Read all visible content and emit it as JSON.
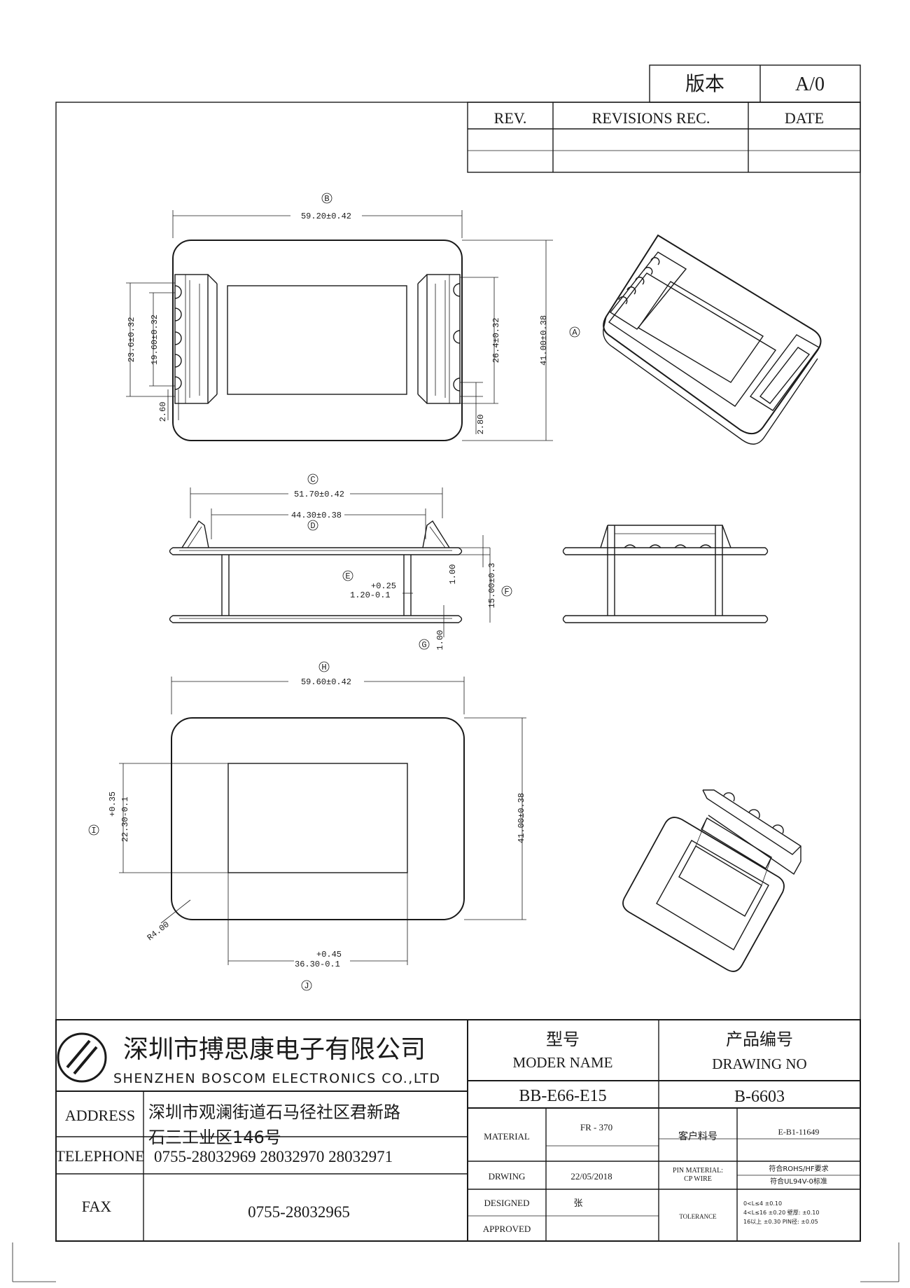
{
  "version_box": {
    "label": "版本",
    "value": "A/0"
  },
  "revision_table": {
    "rev": "REV.",
    "revisions": "REVISIONS REC.",
    "date": "DATE"
  },
  "callouts": {
    "A": "A",
    "B": "B",
    "C": "C",
    "D": "D",
    "E": "E",
    "F": "F",
    "G": "G",
    "H": "H",
    "I": "I",
    "J": "J"
  },
  "top_view": {
    "width": "59.20±0.42",
    "height": "41.00±0.38",
    "left_outer": "23.6±0.32",
    "left_inner": "19.60±0.32",
    "left_pitch": "2.60",
    "right_outer": "26.4±0.32",
    "right_pitch": "2.80"
  },
  "side_view": {
    "outer": "51.70±0.42",
    "inner": "44.30±0.38",
    "tol_plus": "+0.25",
    "tol_main": "1.20-0.1",
    "flange_top": "1.00",
    "height": "15.00±0.3",
    "flange_bottom": "1.00"
  },
  "bottom_view": {
    "width": "59.60±0.42",
    "height": "41.00±0.38",
    "window_h_plus": "+0.35",
    "window_h_main": "22.30-0.1",
    "window_w_plus": "+0.45",
    "window_w_main": "36.30-0.1",
    "radius": "R4.00"
  },
  "company": {
    "name_cn": "深圳市搏思康电子有限公司",
    "name_en": "SHENZHEN BOSCOM ELECTRONICS CO.,LTD",
    "address_label": "ADDRESS",
    "address_line1": "深圳市观澜街道石马径社区君新路",
    "address_line2": "石三工业区146号",
    "telephone_label": "TELEPHONE",
    "telephone": "0755-28032969 28032970 28032971",
    "fax_label": "FAX",
    "fax": "0755-28032965"
  },
  "title_block": {
    "model_cn": "型号",
    "model_en": "MODER NAME",
    "model_value": "BB-E66-E15",
    "drawing_cn": "产品编号",
    "drawing_en": "DRAWING NO",
    "drawing_value": "B-6603",
    "material_label": "MATERIAL",
    "material_value": "FR - 370",
    "customer_label": "客户料号",
    "customer_value": "E-B1-11649",
    "drawing_date_label": "DRWING",
    "drawing_date": "22/05/2018",
    "pin_material_label1": "PIN MATERIAL:",
    "pin_material_label2": "CP WIRE",
    "pin_spec1": "符合ROHS/HF要求",
    "pin_spec2": "符合UL94V-0标准",
    "designed_label": "DESIGNED",
    "designed_value": "张",
    "approved_label": "APPROVED",
    "tolerance_label": "TOLERANCE",
    "tol_row1": "0<L≤4  ±0.10",
    "tol_row2": "4<L≤16  ±0.20   壁厚: ±0.10",
    "tol_row3": "16以上   ±0.30   PIN径: ±0.05"
  }
}
